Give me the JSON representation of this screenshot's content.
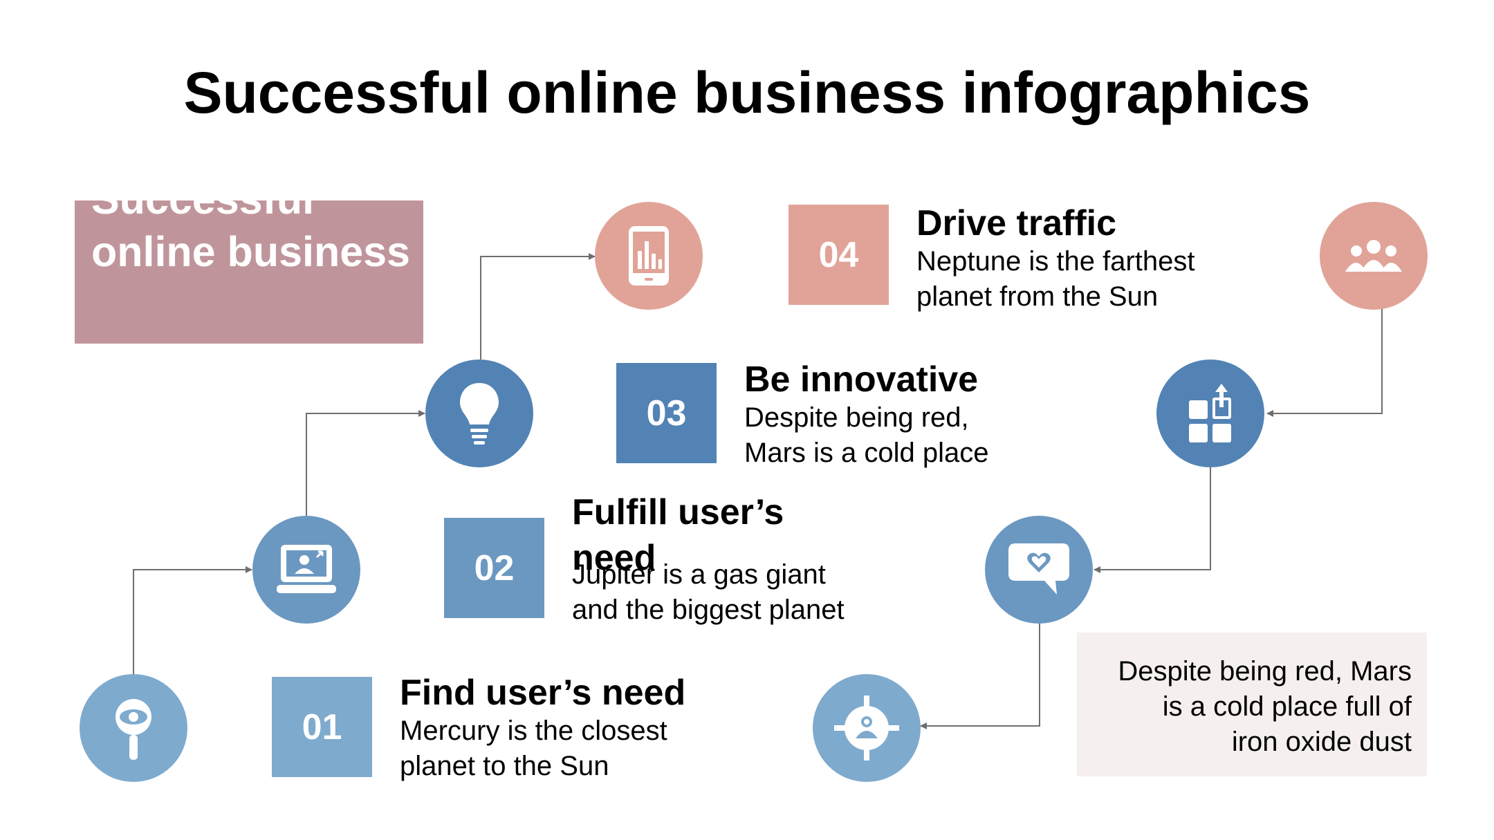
{
  "title": "Successful online business infographics",
  "tag_text": "Successful online business",
  "colors": {
    "tag_box": "#bf959b",
    "pink": "#e1a398",
    "blue_dark": "#5283b4",
    "blue_mid": "#6b98c1",
    "blue_light": "#7eaacd",
    "note_bg": "#f5efee",
    "connector": "#6e6e6e"
  },
  "steps": [
    {
      "number": "01",
      "title": "Find user’s need",
      "desc_line1": "Mercury is the closest",
      "desc_line2": "planet to the Sun"
    },
    {
      "number": "02",
      "title": "Fulfill user’s need",
      "desc_line1": "Jupiter is a gas giant",
      "desc_line2": "and the biggest planet"
    },
    {
      "number": "03",
      "title": "Be innovative",
      "desc_line1": "Despite being red,",
      "desc_line2": "Mars is a cold place"
    },
    {
      "number": "04",
      "title": "Drive traffic",
      "desc_line1": "Neptune is the farthest",
      "desc_line2": "planet from the Sun"
    }
  ],
  "note": {
    "line1": "Despite being red, Mars",
    "line2": "is a cold place full of",
    "line3": "iron oxide dust"
  },
  "icons": {
    "left_path": [
      "magnifier-eye-icon",
      "laptop-user-icon",
      "lightbulb-icon",
      "mobile-chart-icon"
    ],
    "right_path": [
      "team-icon",
      "apps-upload-icon",
      "heart-chat-icon",
      "target-user-icon"
    ]
  }
}
